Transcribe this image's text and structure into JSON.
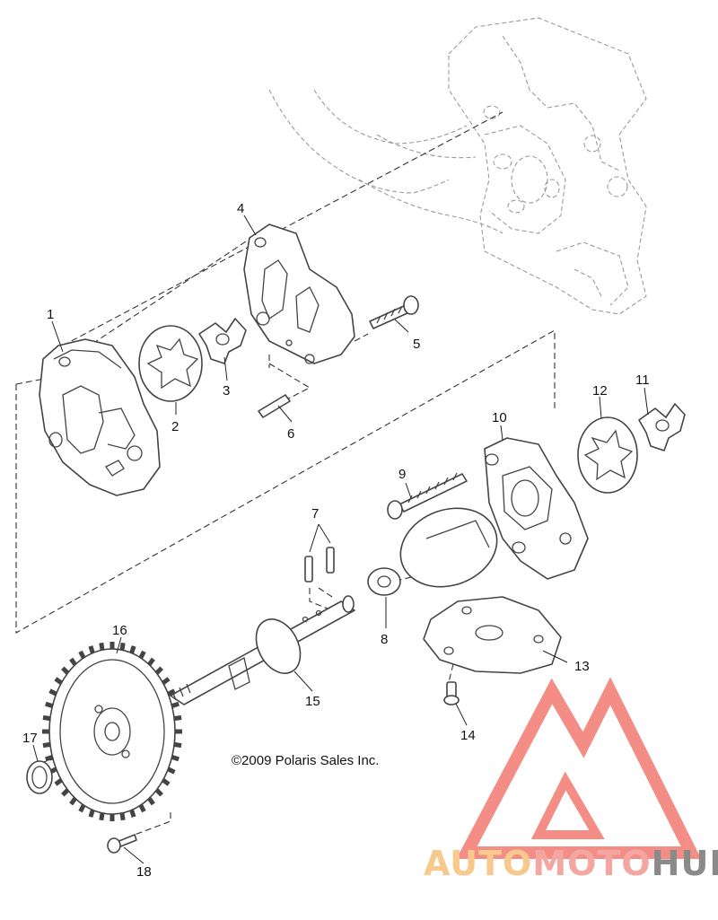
{
  "callouts": {
    "c1": "1",
    "c2": "2",
    "c3": "3",
    "c4": "4",
    "c5": "5",
    "c6": "6",
    "c7": "7",
    "c8": "8",
    "c9": "9",
    "c10": "10",
    "c11": "11",
    "c12": "12",
    "c13": "13",
    "c14": "14",
    "c15": "15",
    "c16": "16",
    "c17": "17",
    "c18": "18"
  },
  "copyright": "©2009 Polaris Sales Inc.",
  "watermark": {
    "part1": "AUTO",
    "part2": "MOTO",
    "part3": "HUB",
    "colors": {
      "auto": "#f7c98c",
      "moto": "#f4a6a0",
      "hub": "#8a8a8a",
      "logo": "#f27a72"
    }
  }
}
